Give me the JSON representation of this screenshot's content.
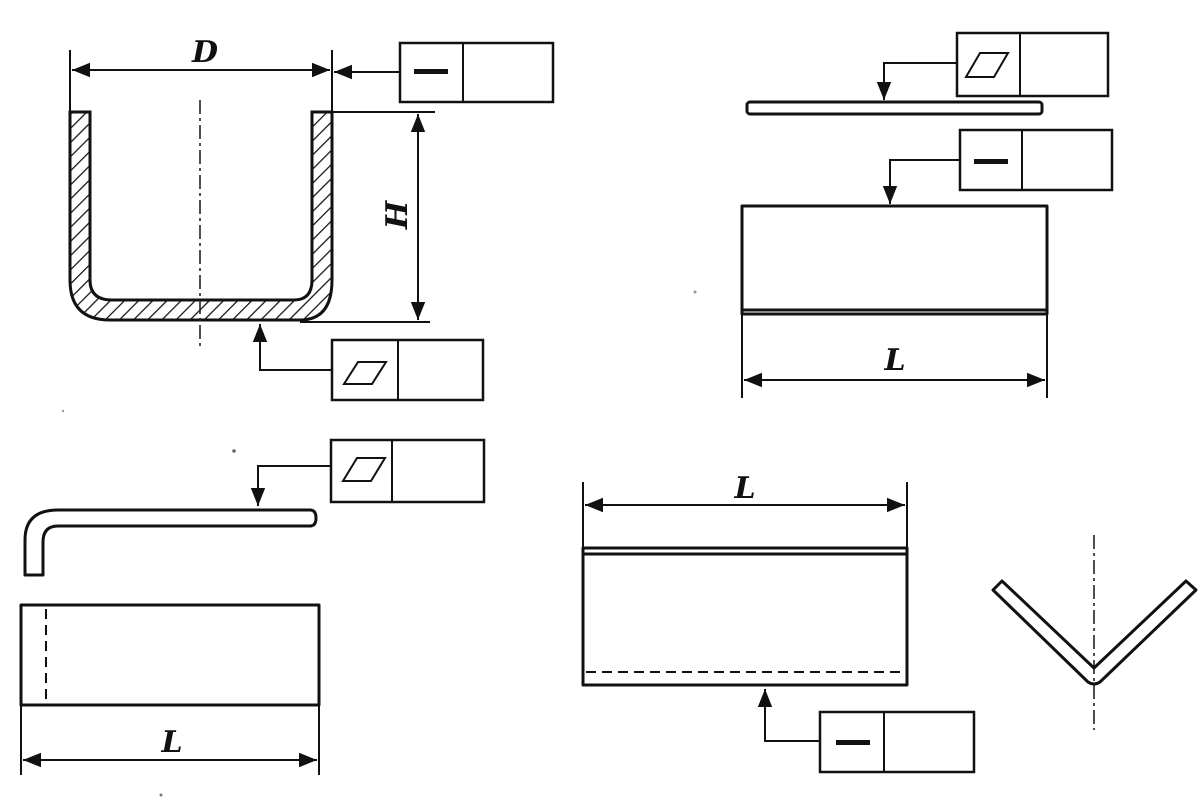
{
  "dimensions": {
    "diameter_label": "D",
    "height_label": "H",
    "length_label": "L"
  },
  "tolerance_symbols": {
    "flatness": "—",
    "parallelism": "▱"
  },
  "colors": {
    "ink": "#111111",
    "paper": "#ffffff"
  }
}
